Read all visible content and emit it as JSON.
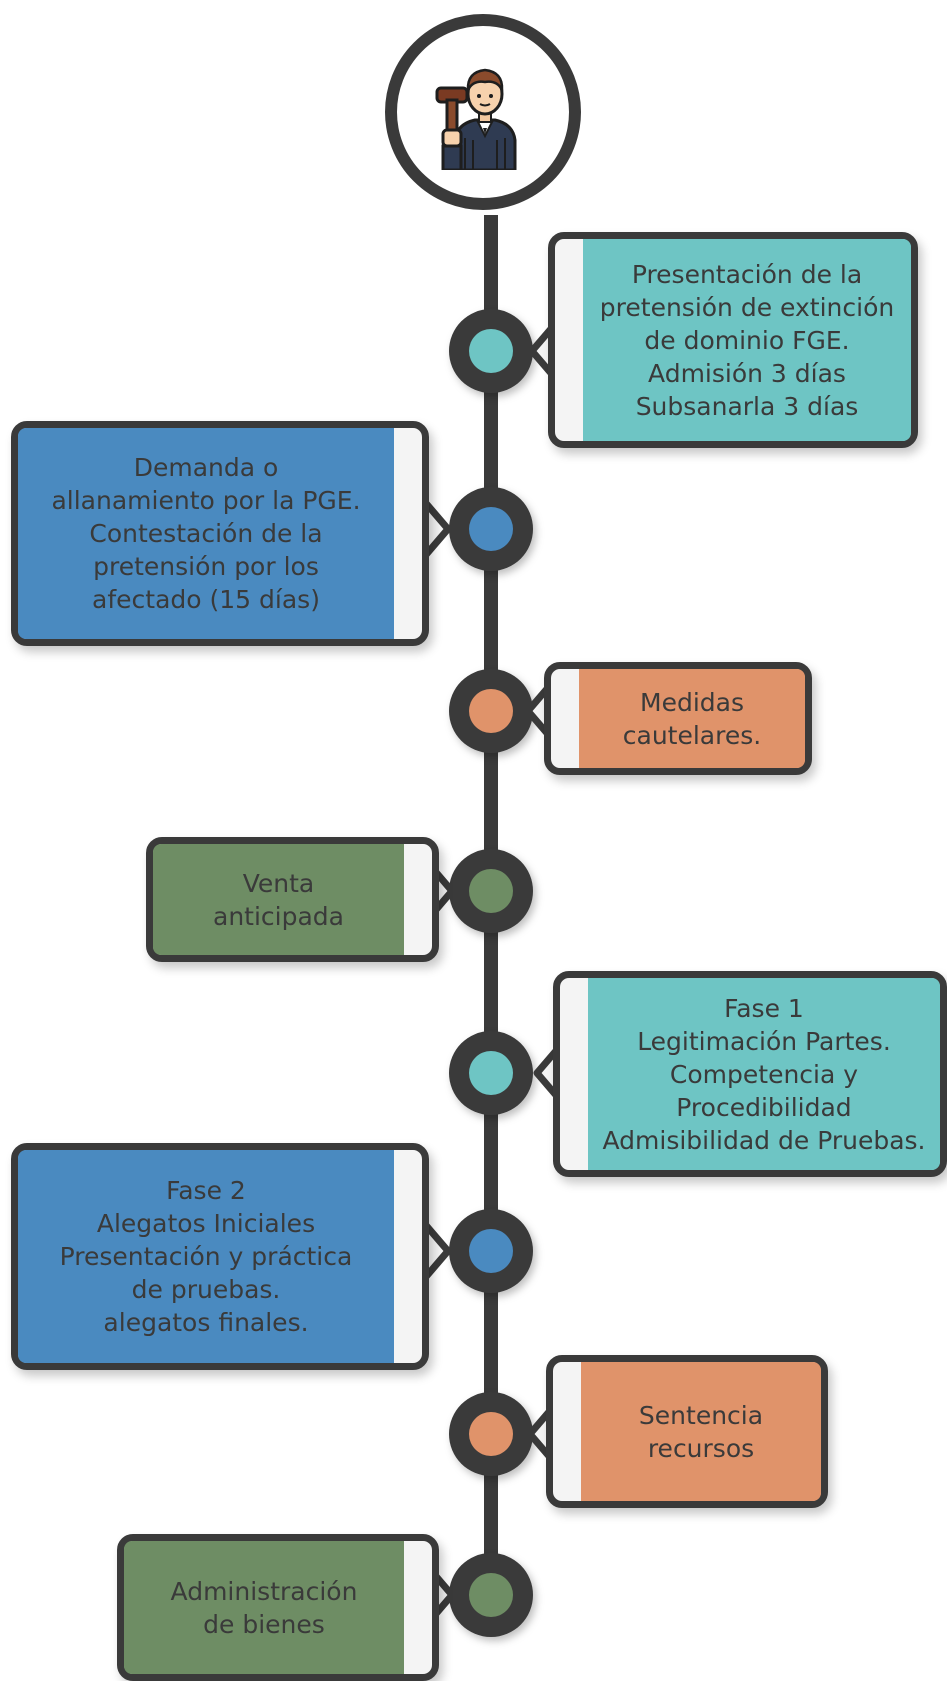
{
  "steps": [
    {
      "text": "Presentación de la\npretensión de extinción\nde dominio FGE.\nAdmisión 3 días\nSubsanarla 3 días",
      "color": "#6ec5c4"
    },
    {
      "text": "Demanda o\nallanamiento por la PGE.\nContestación de la\npretensión por los\nafectado (15 días)",
      "color": "#4a8ac0"
    },
    {
      "text": "Medidas\ncautelares.",
      "color": "#e0936a"
    },
    {
      "text": "Venta\nanticipada",
      "color": "#6e8d64"
    },
    {
      "text": "Fase 1\nLegitimación Partes.\nCompetencia y\nProcedibilidad\nAdmisibilidad de Pruebas.",
      "color": "#6ec5c4"
    },
    {
      "text": "Fase 2\nAlegatos Iniciales\nPresentación y práctica\nde pruebas.\nalegatos finales.",
      "color": "#4a8ac0"
    },
    {
      "text": "Sentencia\nrecursos",
      "color": "#e0936a"
    },
    {
      "text": "Administración\nde bienes",
      "color": "#6e8d64"
    }
  ],
  "colors": {
    "outline": "#3a3a3a",
    "panel": "#f4f4f4"
  },
  "icons": {
    "header": "judge-with-gavel-icon"
  }
}
